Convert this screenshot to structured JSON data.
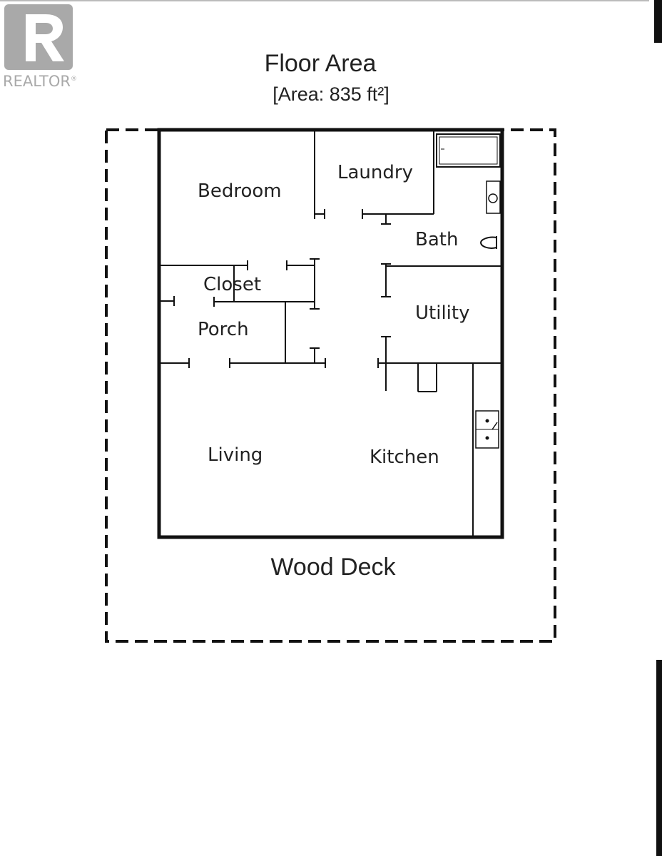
{
  "watermark": {
    "text": "REALTOR",
    "mark": "®",
    "icon": "realtor-r-icon"
  },
  "title": "Floor Area",
  "subtitle": "[Area: 835 ft²]",
  "rooms": {
    "bedroom": "Bedroom",
    "laundry": "Laundry",
    "bath": "Bath",
    "closet": "Closet",
    "utility": "Utility",
    "porch": "Porch",
    "living": "Living",
    "kitchen": "Kitchen"
  },
  "deck": "Wood Deck",
  "colors": {
    "line": "#111111",
    "logo": "#a9a9a9"
  }
}
